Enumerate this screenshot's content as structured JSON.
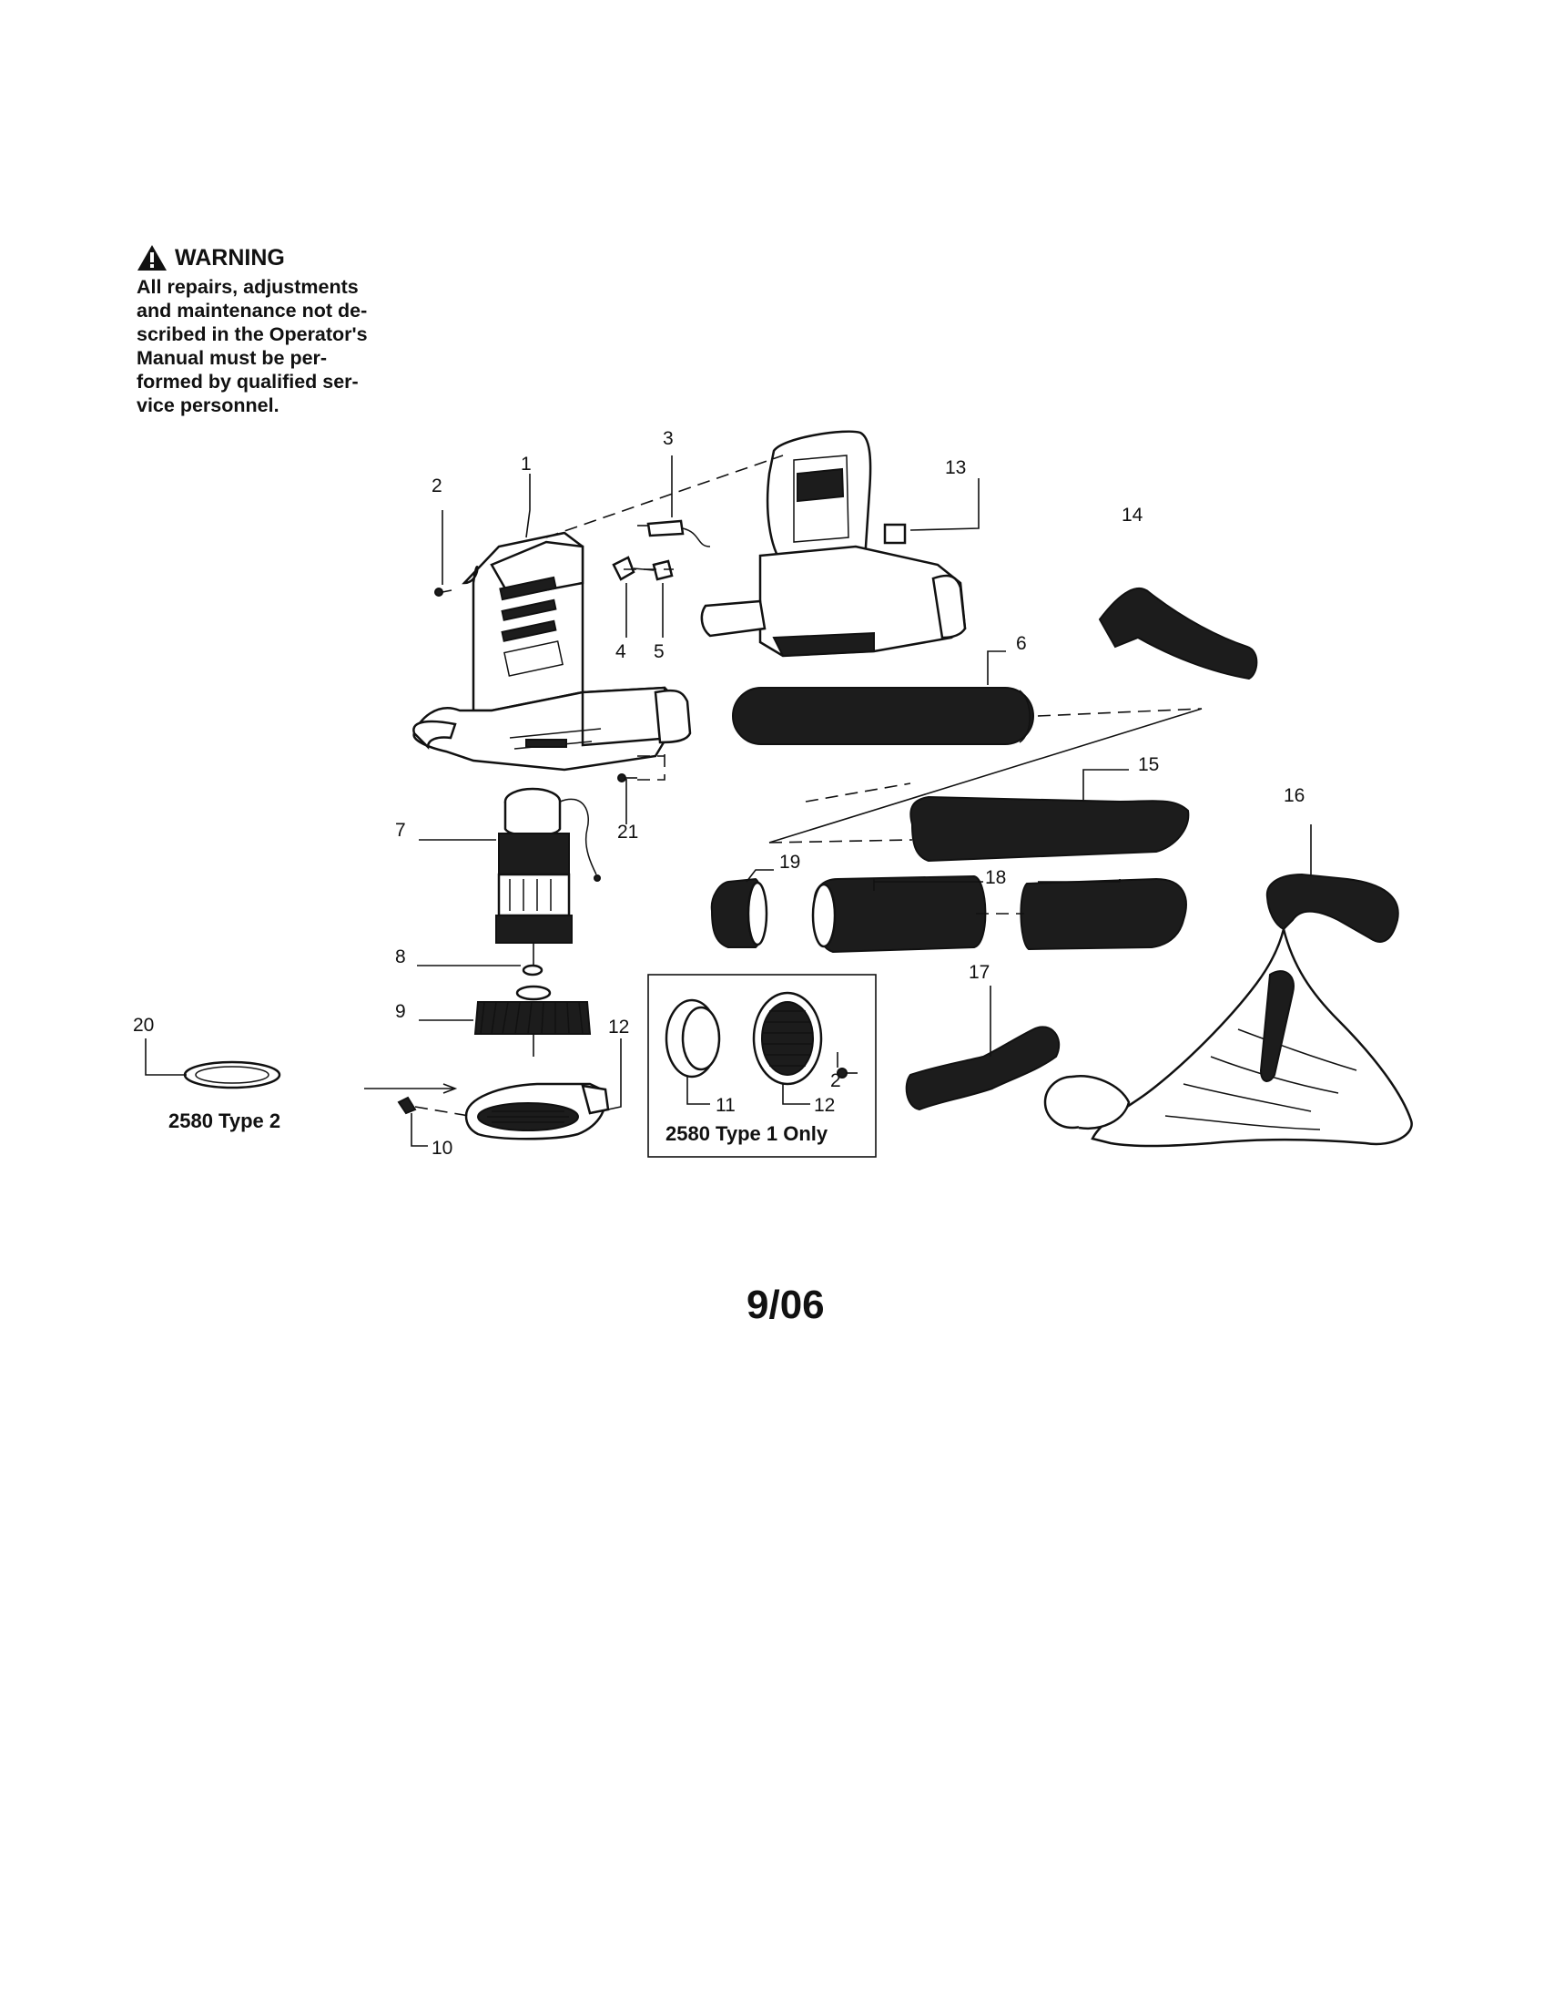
{
  "warning": {
    "title": "WARNING",
    "lines": [
      "All repairs, adjustments",
      "and maintenance not de-",
      "scribed in the Operator's",
      "Manual must be per-",
      "formed by qualified ser-",
      "vice personnel."
    ]
  },
  "callouts": {
    "n1": "1",
    "n2a": "2",
    "n2b": "2",
    "n3": "3",
    "n4": "4",
    "n5": "5",
    "n6": "6",
    "n7": "7",
    "n8": "8",
    "n9": "9",
    "n10": "10",
    "n11": "11",
    "n12a": "12",
    "n12b": "12",
    "n13": "13",
    "n14": "14",
    "n15": "15",
    "n16": "16",
    "n17": "17",
    "n18": "18",
    "n19": "19",
    "n20": "20",
    "n21": "21"
  },
  "captions": {
    "type2": "2580 Type 2",
    "type1": "2580 Type 1 Only"
  },
  "date": "9/06",
  "colors": {
    "ink": "#111111",
    "paper": "#ffffff"
  }
}
